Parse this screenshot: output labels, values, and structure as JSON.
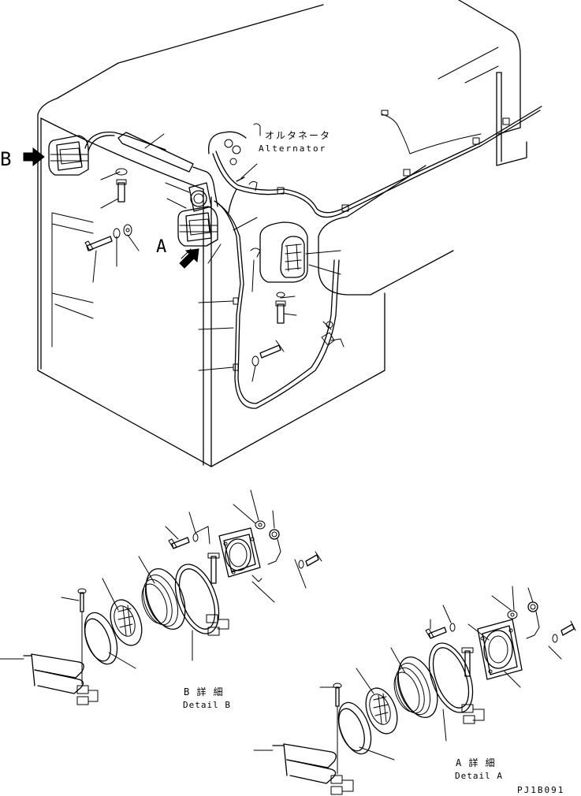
{
  "labels": {
    "view_b": "B",
    "view_a": "A",
    "alternator_jp": "オルタネータ",
    "alternator_en": "Alternator",
    "detail_b_jp": "B 詳 細",
    "detail_b_en": "Detail B",
    "detail_a_jp": "A 詳 細",
    "detail_a_en": "Detail A",
    "drawing_code": "PJ1B091"
  },
  "icons": [
    "arrow-b-icon",
    "arrow-a-icon"
  ]
}
